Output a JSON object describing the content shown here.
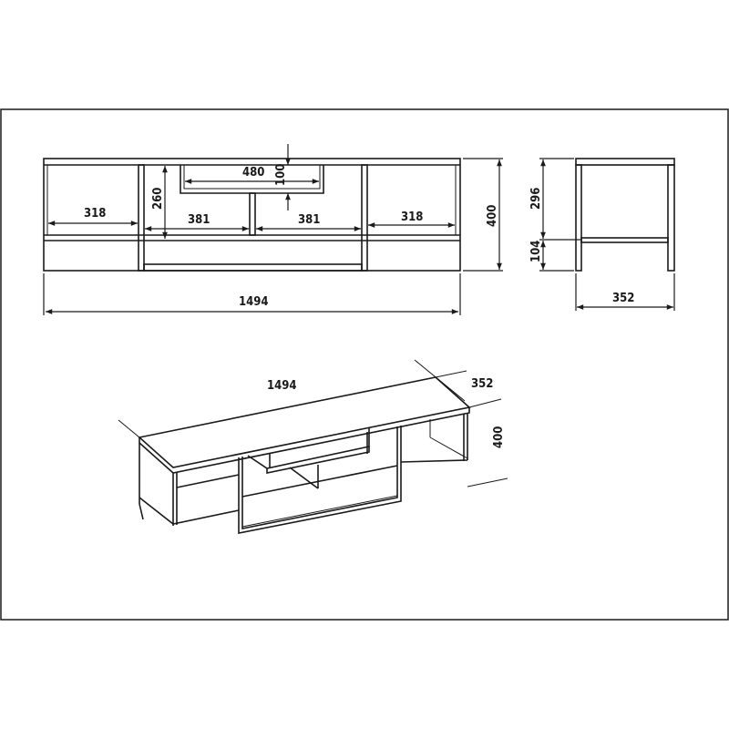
{
  "front_view": {
    "overall_width": "1494",
    "overall_height": "400",
    "left_cabinet_width": "318",
    "right_cabinet_width": "318",
    "center_bay_left_width": "381",
    "center_bay_right_width": "381",
    "center_bay_height": "260",
    "niche_width": "480",
    "niche_height": "100"
  },
  "side_view": {
    "upper_height": "296",
    "leg_height": "104",
    "depth": "352"
  },
  "isometric_view": {
    "width": "1494",
    "depth": "352",
    "height": "400"
  }
}
